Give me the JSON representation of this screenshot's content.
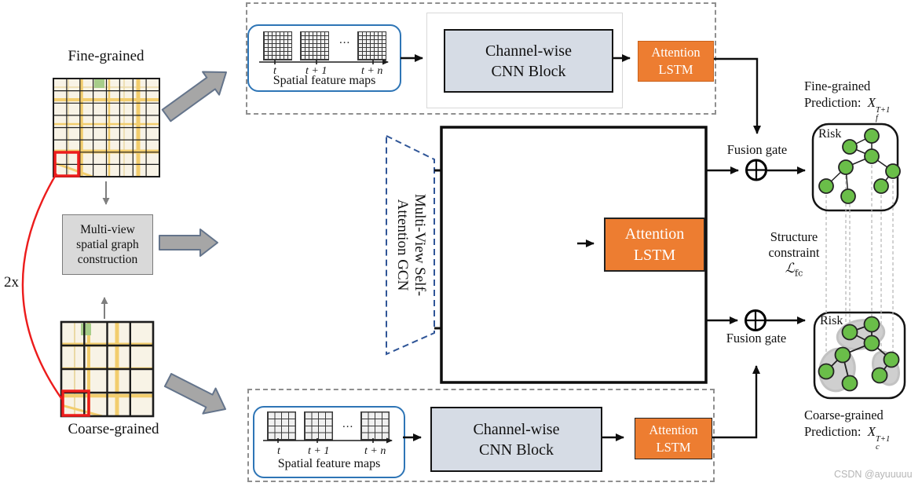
{
  "colors": {
    "orange": "#ED7D31",
    "cnn_fill": "#D6DCE5",
    "box_gray_fill": "#D9D9D9",
    "node_green": "#6ABE49",
    "blob_gray": "#CFCFCF",
    "blue_border": "#2E75B6",
    "trapezoid_blue": "#2F5597",
    "red": "#EC1C1C",
    "dash_border": "#8F8F8F",
    "arrow_gray_fill": "#A6A6A6",
    "arrow_gray_stroke": "#64748B"
  },
  "left": {
    "fine_label": "Fine-grained",
    "coarse_label": "Coarse-grained",
    "scale_label": "2x",
    "construction_box": {
      "line1": "Multi-view",
      "line2": "spatial graph",
      "line3": "construction"
    }
  },
  "top_pipeline": {
    "feature_maps": {
      "tick_t": "t",
      "tick_t1": "t + 1",
      "dots": "...",
      "tick_tn": "t + n",
      "caption": "Spatial feature maps"
    },
    "cnn_line1": "Channel-wise",
    "cnn_line2": "CNN Block",
    "lstm_line1": "Attention",
    "lstm_line2": "LSTM"
  },
  "bottom_pipeline": {
    "feature_maps": {
      "tick_t": "t",
      "tick_t1": "t + 1",
      "dots": "...",
      "tick_tn": "t + n",
      "caption": "Spatial feature maps"
    },
    "cnn_line1": "Channel-wise",
    "cnn_line2": "CNN Block",
    "lstm_line1": "Attention",
    "lstm_line2": "LSTM"
  },
  "center": {
    "gcn_line1": "Multi-View Self-",
    "gcn_line2": "Attention GCN",
    "lstm_line1": "Attention",
    "lstm_line2": "LSTM"
  },
  "right": {
    "fusion_gate_top": "Fusion gate",
    "fusion_gate_bottom": "Fusion gate",
    "risk_top": "Risk",
    "risk_bottom": "Risk",
    "fine_pred_line1": "Fine-grained",
    "fine_pred_line2": "Prediction:",
    "fine_var": "X",
    "fine_sup": "T+1",
    "fine_sub": "f",
    "structure_line1": "Structure",
    "structure_line2": "constraint",
    "loss_symbol": "ℒ",
    "loss_sub": "fc",
    "coarse_pred_line1": "Coarse-grained",
    "coarse_pred_line2": "Prediction:",
    "coarse_var": "X",
    "coarse_sup": "T+1",
    "coarse_sub": "c"
  },
  "watermark": "CSDN @ayuuuuu"
}
